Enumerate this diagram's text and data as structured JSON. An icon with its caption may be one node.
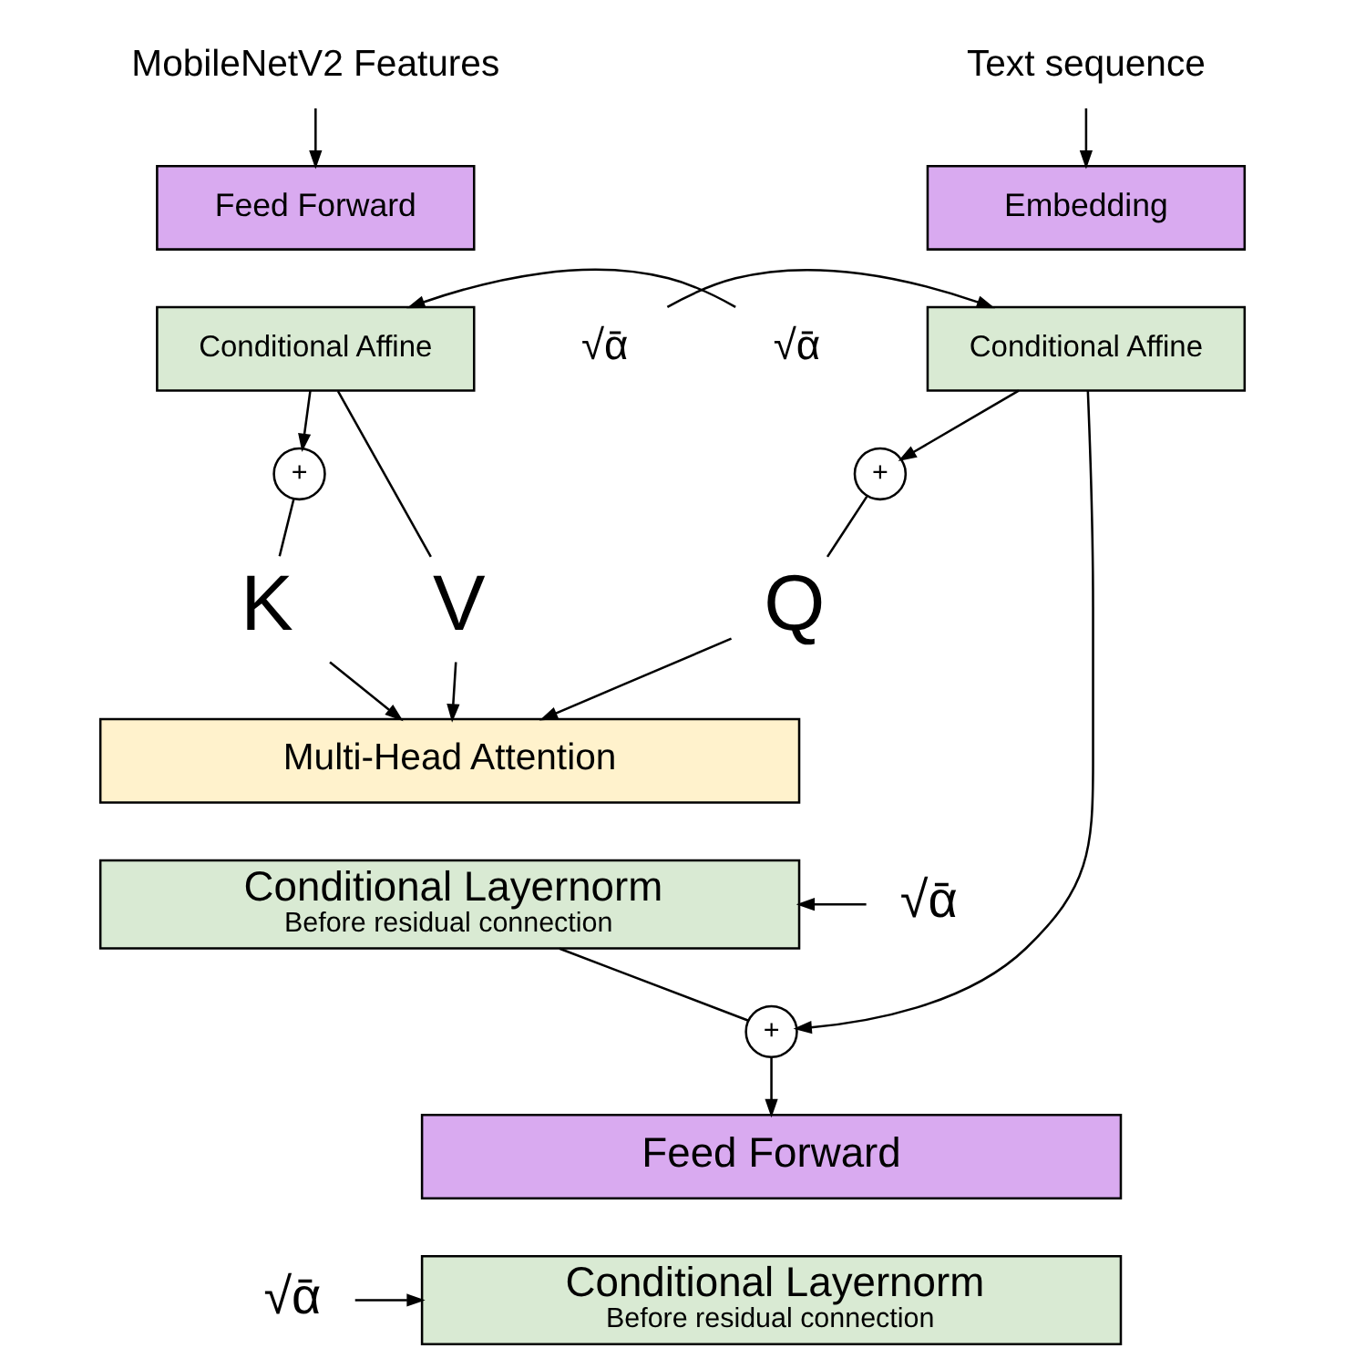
{
  "diagram": {
    "nodes": [
      {
        "text": [
          "MobileNetV2 Features"
        ]
      },
      {
        "text": [
          "Text sequence"
        ]
      },
      {
        "text": [
          "Feed Forward"
        ]
      },
      {
        "text": [
          "Conditional Affine"
        ]
      },
      {
        "text": [
          "Embedding"
        ]
      },
      {
        "text": [
          "Conditional Affine"
        ]
      },
      {
        "text": [
          "√ᾱ"
        ]
      },
      {
        "text": [
          "√ᾱ"
        ]
      },
      {
        "text": [
          "+"
        ]
      },
      {
        "text": [
          "+"
        ]
      },
      {
        "text": [
          "V"
        ]
      },
      {
        "text": [
          "K"
        ]
      },
      {
        "text": [
          "Q"
        ]
      },
      {
        "text": [
          "Multi-Head Attention"
        ]
      },
      {
        "text": [
          "Conditional Layernorm",
          "Before residual connection"
        ]
      },
      {
        "text": [
          "√ᾱ"
        ]
      },
      {
        "text": [
          "+"
        ]
      },
      {
        "text": [
          "Feed Forward"
        ]
      },
      {
        "text": [
          "Conditional Layernorm",
          "Before residual connection"
        ]
      },
      {
        "text": [
          "√ᾱ"
        ]
      }
    ],
    "edges": [
      {
        "from": 0,
        "to": 2,
        "arrow": "to"
      },
      {
        "from": 1,
        "to": 4,
        "arrow": "to"
      },
      {
        "from": 6,
        "to": 3,
        "arrow": "to"
      },
      {
        "from": 7,
        "to": 5,
        "arrow": "to"
      },
      {
        "from": 3,
        "to": 8,
        "arrow": "to"
      },
      {
        "from": 3,
        "to": 10,
        "arrow": "none"
      },
      {
        "from": 5,
        "to": 9,
        "arrow": "to"
      },
      {
        "from": 5,
        "to": 16,
        "arrow": "to"
      },
      {
        "from": 8,
        "to": 11,
        "arrow": "none"
      },
      {
        "from": 9,
        "to": 12,
        "arrow": "none"
      },
      {
        "from": 10,
        "to": 13,
        "arrow": "to"
      },
      {
        "from": 11,
        "to": 13,
        "arrow": "to"
      },
      {
        "from": 12,
        "to": 13,
        "arrow": "to"
      },
      {
        "from": 15,
        "to": 14,
        "arrow": "to"
      },
      {
        "from": 14,
        "to": 16,
        "arrow": "none"
      },
      {
        "from": 16,
        "to": 17,
        "arrow": "to"
      },
      {
        "from": 19,
        "to": 18,
        "arrow": "to"
      }
    ]
  }
}
